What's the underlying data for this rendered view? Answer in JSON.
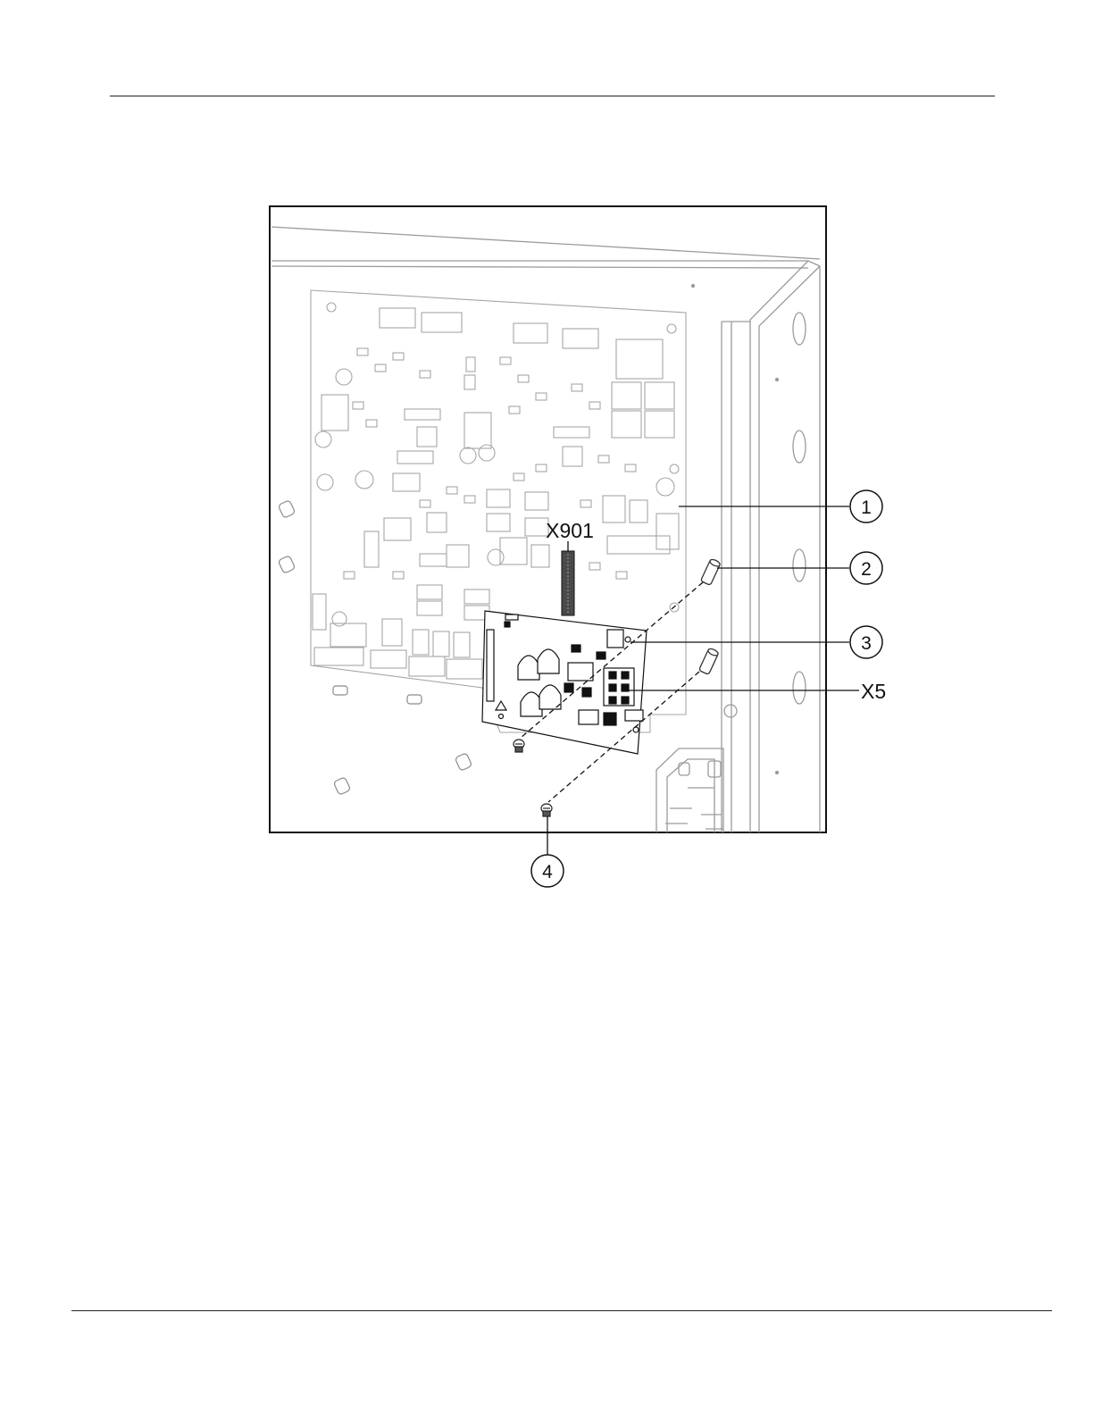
{
  "figure": {
    "connector_labels": {
      "x901": "X901",
      "x5": "X5"
    },
    "callouts": [
      {
        "id": "1",
        "text": "1"
      },
      {
        "id": "2",
        "text": "2"
      },
      {
        "id": "3",
        "text": "3"
      },
      {
        "id": "4",
        "text": "4"
      }
    ]
  }
}
